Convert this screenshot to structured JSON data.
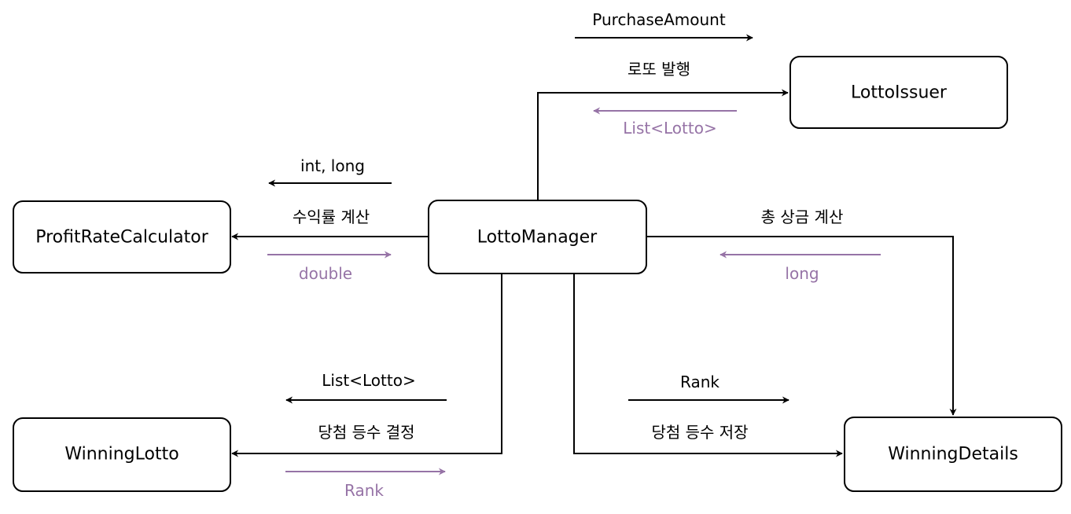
{
  "nodes": {
    "lotto_manager": "LottoManager",
    "lotto_issuer": "LottoIssuer",
    "profit_rate_calculator": "ProfitRateCalculator",
    "winning_lotto": "WinningLotto",
    "winning_details": "WinningDetails"
  },
  "edges": {
    "issuer": {
      "label": "로또 발행",
      "param": "PurchaseAmount",
      "return": "List<Lotto>"
    },
    "profit": {
      "label": "수익률 계산",
      "param": "int, long",
      "return": "double"
    },
    "winning_lotto": {
      "label": "당첨 등수 결정",
      "param": "List<Lotto>",
      "return": "Rank"
    },
    "total_prize": {
      "label": "총 상금 계산",
      "return": "long"
    },
    "store_rank": {
      "label": "당첨 등수 저장",
      "param": "Rank"
    }
  },
  "colors": {
    "line": "#000000",
    "return_arrow": "#9673a6"
  }
}
